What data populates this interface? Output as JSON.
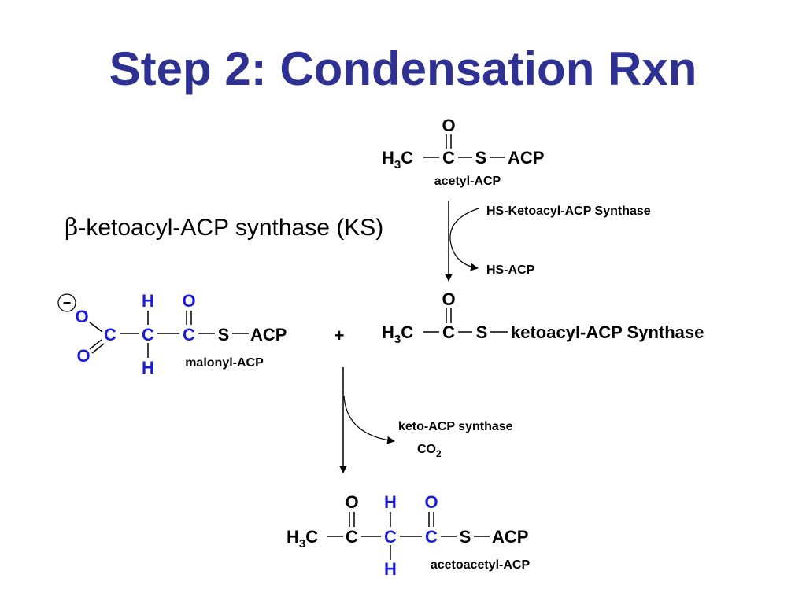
{
  "title": "Step 2: Condensation Rxn",
  "enzyme_label": {
    "greek": "β",
    "text": "-ketoacyl-ACP synthase (KS)"
  },
  "colors": {
    "title": "#2e3192",
    "blue_atoms": "#1a1adb",
    "black": "#000000"
  },
  "acetyl_acp": {
    "h3c": "H",
    "h3c_sub": "3",
    "h3c_c": "C",
    "carbon": "C",
    "oxygen": "O",
    "sulfur": "S",
    "acp": "ACP",
    "name": "acetyl-ACP"
  },
  "step1": {
    "reagent_in": "HS-Ketoacyl-ACP Synthase",
    "product_out": "HS-ACP"
  },
  "acyl_enzyme": {
    "h3c": "H",
    "h3c_sub": "3",
    "h3c_c": "C",
    "carbon": "C",
    "oxygen": "O",
    "sulfur": "S",
    "enzyme": "ketoacyl-ACP Synthase"
  },
  "malonyl_acp": {
    "charge": "−",
    "o_top": "O",
    "o_bottom": "O",
    "carboxyl_c": "C",
    "alpha_c": "C",
    "h_top": "H",
    "h_bottom": "H",
    "carbonyl_c": "C",
    "carbonyl_o": "O",
    "sulfur": "S",
    "acp": "ACP",
    "name": "malonyl-ACP"
  },
  "plus": "+",
  "step2": {
    "enzyme": "keto-ACP synthase",
    "co2_main": "CO",
    "co2_sub": "2"
  },
  "acetoacetyl_acp": {
    "h3c": "H",
    "h3c_sub": "3",
    "h3c_c": "C",
    "c1": "C",
    "o1": "O",
    "c2": "C",
    "h_top": "H",
    "h_bottom": "H",
    "c3": "C",
    "o3": "O",
    "sulfur": "S",
    "acp": "ACP",
    "name": "acetoacetyl-ACP"
  }
}
